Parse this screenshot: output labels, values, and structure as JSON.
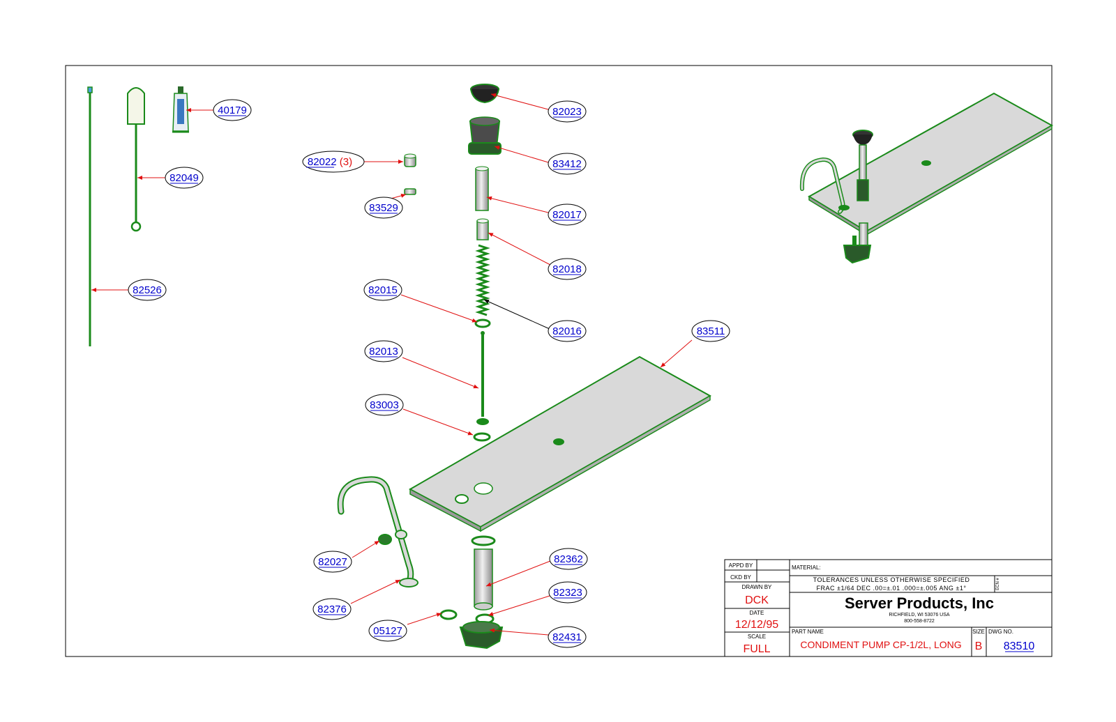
{
  "callouts": [
    {
      "id": "c40179",
      "num": "40179",
      "qty": ""
    },
    {
      "id": "c82049",
      "num": "82049",
      "qty": ""
    },
    {
      "id": "c82526",
      "num": "82526",
      "qty": ""
    },
    {
      "id": "c82022",
      "num": "82022",
      "qty": "(3)"
    },
    {
      "id": "c83529",
      "num": "83529",
      "qty": ""
    },
    {
      "id": "c82023",
      "num": "82023",
      "qty": ""
    },
    {
      "id": "c83412",
      "num": "83412",
      "qty": ""
    },
    {
      "id": "c82017",
      "num": "82017",
      "qty": ""
    },
    {
      "id": "c82018",
      "num": "82018",
      "qty": ""
    },
    {
      "id": "c82015",
      "num": "82015",
      "qty": ""
    },
    {
      "id": "c82016",
      "num": "82016",
      "qty": ""
    },
    {
      "id": "c82013",
      "num": "82013",
      "qty": ""
    },
    {
      "id": "c83003",
      "num": "83003",
      "qty": ""
    },
    {
      "id": "c83511",
      "num": "83511",
      "qty": ""
    },
    {
      "id": "c82027",
      "num": "82027",
      "qty": ""
    },
    {
      "id": "c82376",
      "num": "82376",
      "qty": ""
    },
    {
      "id": "c82362",
      "num": "82362",
      "qty": ""
    },
    {
      "id": "c82323",
      "num": "82323",
      "qty": ""
    },
    {
      "id": "c05127",
      "num": "05127",
      "qty": ""
    },
    {
      "id": "c82431",
      "num": "82431",
      "qty": ""
    }
  ],
  "title_block": {
    "appd_by_label": "APPD BY",
    "ckd_by_label": "CKD BY",
    "drawn_by_label": "DRAWN BY",
    "drawn_by": "DCK",
    "date_label": "DATE",
    "date": "12/12/95",
    "scale_label": "SCALE",
    "scale": "FULL",
    "material_label": "MATERIAL:",
    "tolerances_line1": "TOLERANCES UNLESS OTHERWISE SPECIFIED",
    "tolerances_line2": "FRAC ±1/64 DEC .00=±.01 .000=±.005 ANG ±1°",
    "rev_label": "ECN #",
    "company": "Server Products, Inc",
    "address": "RICHFIELD, WI 53076 USA",
    "phone": "800-558-8722",
    "part_name_label": "PART NAME",
    "part_name": "CONDIMENT PUMP CP-1/2L, LONG",
    "size_label": "SIZE",
    "size": "B",
    "dwg_no_label": "DWG NO.",
    "dwg_no": "83510"
  },
  "colors": {
    "part_green": "#1a8a1a",
    "leader_red": "#e01010",
    "label_blue": "#0000cc",
    "plate_fill": "#d9d9d9"
  }
}
